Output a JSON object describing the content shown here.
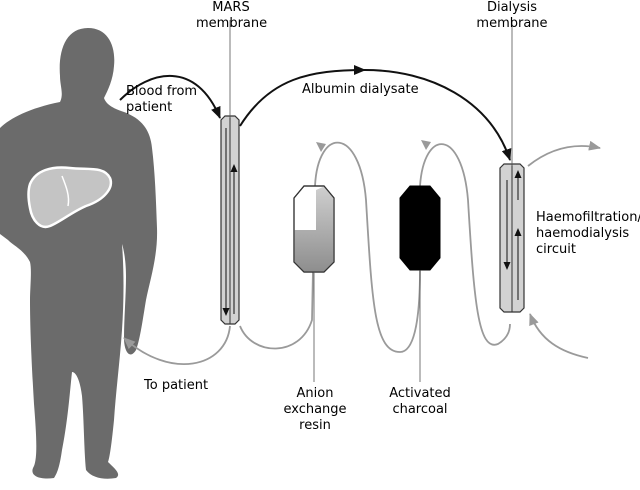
{
  "labels": {
    "mars_membrane": [
      "MARS",
      "membrane"
    ],
    "dialysis_membrane": [
      "Dialysis",
      "membrane"
    ],
    "blood_from_patient": [
      "Blood from",
      "patient"
    ],
    "albumin_dialysate": "Albumin dialysate",
    "haemofiltration": [
      "Haemofiltration/",
      "haemodialysis",
      "circuit"
    ],
    "to_patient": "To patient",
    "anion_exchange": [
      "Anion",
      "exchange",
      "resin"
    ],
    "activated_charcoal": [
      "Activated",
      "charcoal"
    ]
  },
  "colors": {
    "silhouette": "#6b6b6b",
    "liver": "#c4c4c4",
    "column_fill": "#d2d2d2",
    "grey_line": "#9a9a9a",
    "black_line": "#111111",
    "charcoal": "#000000"
  }
}
